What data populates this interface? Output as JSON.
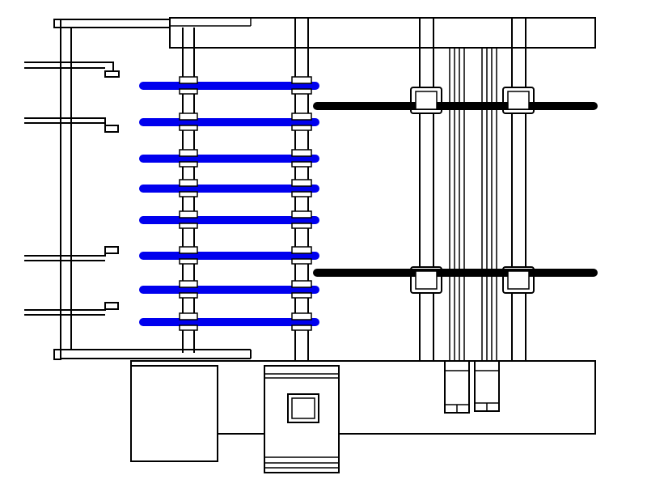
{
  "diagram": {
    "kind": "mechanical-schematic",
    "colors": {
      "background": "#ffffff",
      "outline": "#000000",
      "blue_rods": "#0000ee",
      "black_rods": "#000000"
    },
    "blue_rod_count": 8,
    "black_rod_count": 2,
    "side_hooks_count": 4,
    "labels": []
  }
}
